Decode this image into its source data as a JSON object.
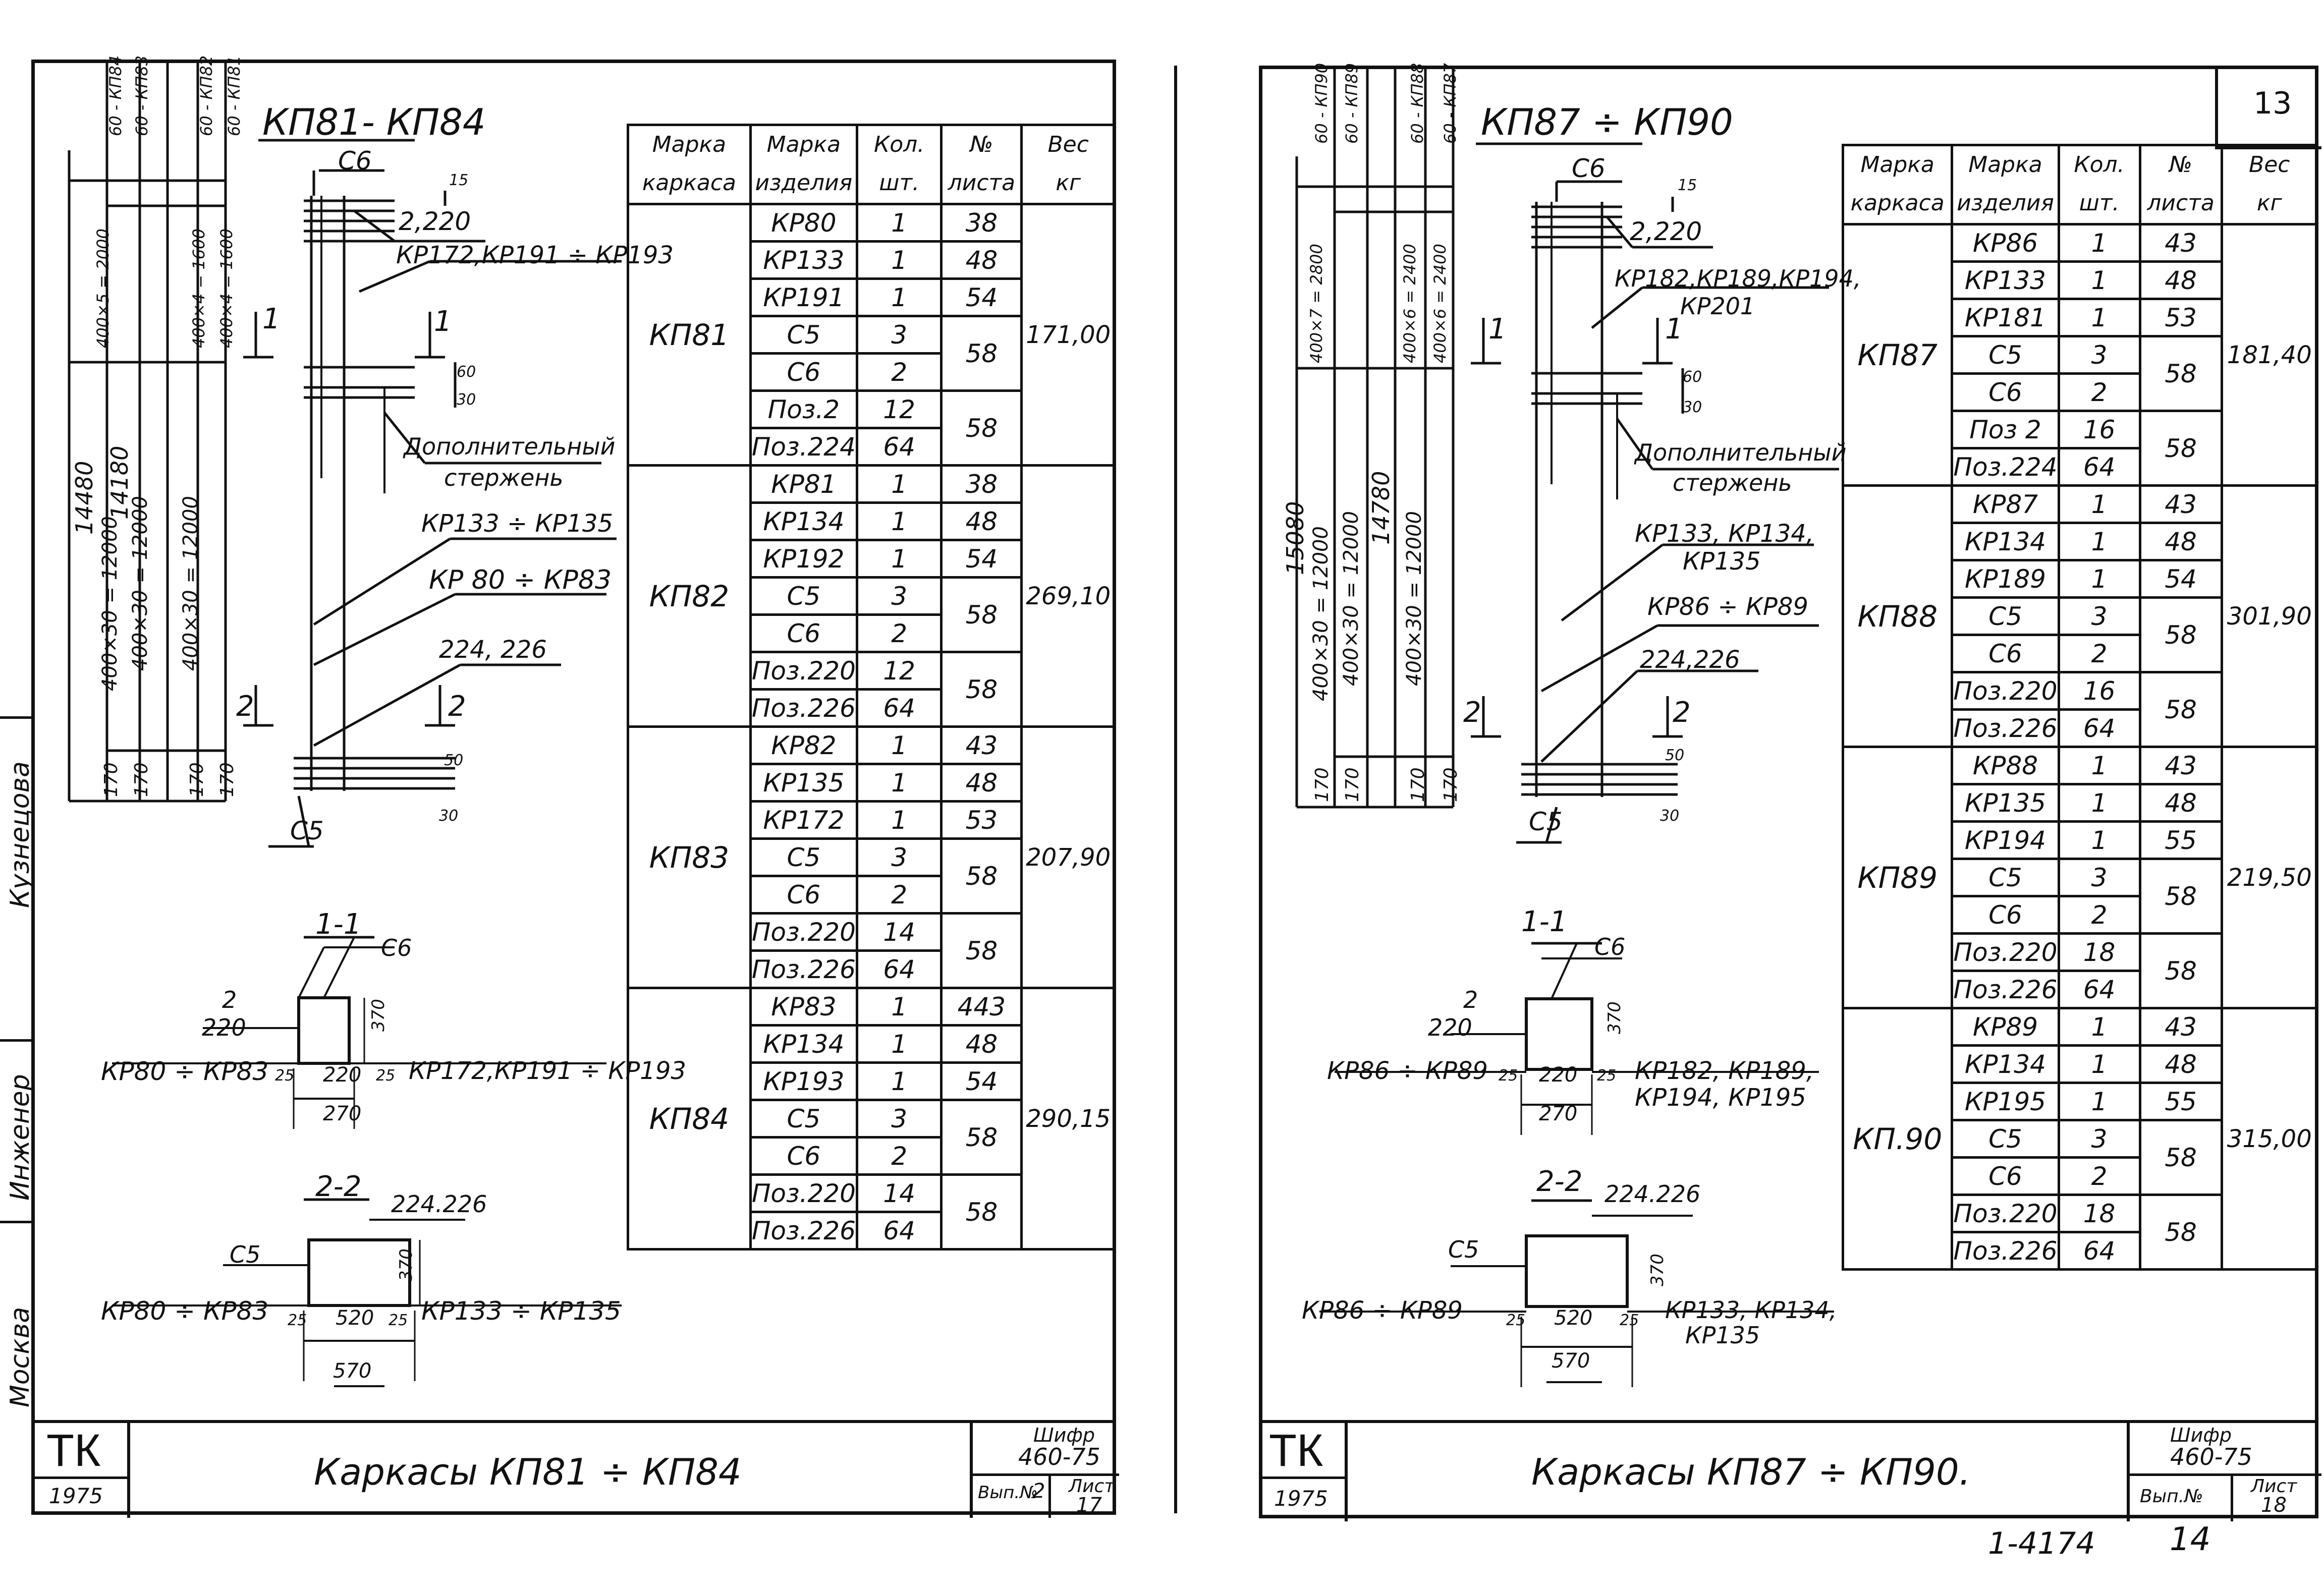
{
  "page_number": "13",
  "bottom_code": "1-4174",
  "bottom_page": "14",
  "left_side_labels": [
    "Москва",
    "Инженер",
    "Кузнецова"
  ],
  "left_sheet": {
    "title": "КП81- КП84",
    "c6_top": "С6",
    "callouts": {
      "a": "2,220",
      "b": "КР172,КР191 ÷ КР193",
      "c": "Дополнительный",
      "c2": "стержень",
      "d": "КР133 ÷ КР135",
      "e": "КР 80 ÷ КР83",
      "f": "224, 226",
      "g": "С5"
    },
    "dims_vertical": [
      "14480",
      "400×30 = 12000",
      "400×5 = 2000",
      "400×30 = 12000",
      "14180",
      "400×4 = 1600",
      "400×30 = 12000",
      "400×4 = 1600",
      "60 - КП84",
      "60 - КП83",
      "60 - КП82",
      "60 - КП81",
      "170",
      "170",
      "170",
      "170"
    ],
    "small_dims": [
      "15",
      "60",
      "30",
      "50",
      "30"
    ],
    "section1": {
      "title": "1-1",
      "c6": "С6",
      "frac_top": "2",
      "frac_bottom": "220",
      "left": "КР80 ÷ КР83",
      "right": "КР172,КР191 ÷ КР193",
      "d25a": "25",
      "d220": "220",
      "d25b": "25",
      "d270": "270",
      "d370": "370"
    },
    "section2": {
      "title": "2-2",
      "label": "224.226",
      "c5": "С5",
      "left": "КР80 ÷ КР83",
      "right": "КР133 ÷ КР135",
      "d25a": "25",
      "d520": "520",
      "d25b": "25",
      "d570": "570",
      "d370": "370"
    },
    "marks": {
      "s1": "1",
      "s2": "2"
    },
    "table": {
      "headers": [
        [
          "Марка",
          "каркаса"
        ],
        [
          "Марка",
          "изделия"
        ],
        [
          "Кол.",
          "шт."
        ],
        [
          "№",
          "листа"
        ],
        [
          "Вес",
          "кг"
        ]
      ],
      "groups": [
        {
          "mark": "КП81",
          "weight": "171,00",
          "rows": [
            [
              "КР80",
              "1",
              "38"
            ],
            [
              "КР133",
              "1",
              "48"
            ],
            [
              "КР191",
              "1",
              "54"
            ],
            [
              "С5",
              "3",
              "58"
            ],
            [
              "С6",
              "2",
              ""
            ],
            [
              "Поз.2",
              "12",
              "58"
            ],
            [
              "Поз.224",
              "64",
              ""
            ]
          ]
        },
        {
          "mark": "КП82",
          "weight": "269,10",
          "rows": [
            [
              "КР81",
              "1",
              "38"
            ],
            [
              "КР134",
              "1",
              "48"
            ],
            [
              "КР192",
              "1",
              "54"
            ],
            [
              "С5",
              "3",
              "58"
            ],
            [
              "С6",
              "2",
              ""
            ],
            [
              "Поз.220",
              "12",
              "58"
            ],
            [
              "Поз.226",
              "64",
              ""
            ]
          ]
        },
        {
          "mark": "КП83",
          "weight": "207,90",
          "rows": [
            [
              "КР82",
              "1",
              "43"
            ],
            [
              "КР135",
              "1",
              "48"
            ],
            [
              "КР172",
              "1",
              "53"
            ],
            [
              "С5",
              "3",
              "58"
            ],
            [
              "С6",
              "2",
              ""
            ],
            [
              "Поз.220",
              "14",
              "58"
            ],
            [
              "Поз.226",
              "64",
              ""
            ]
          ]
        },
        {
          "mark": "КП84",
          "weight": "290,15",
          "rows": [
            [
              "КР83",
              "1",
              "443"
            ],
            [
              "КР134",
              "1",
              "48"
            ],
            [
              "КР193",
              "1",
              "54"
            ],
            [
              "С5",
              "3",
              "58"
            ],
            [
              "С6",
              "2",
              ""
            ],
            [
              "Поз.220",
              "14",
              "58"
            ],
            [
              "Поз.226",
              "64",
              ""
            ]
          ]
        }
      ]
    },
    "stamp": {
      "org": "ТК",
      "year": "1975",
      "title": "Каркасы КП81 ÷ КП84",
      "cipher_label": "Шифр",
      "cipher": "460-75",
      "issue_label": "Вып.№",
      "issue": "2",
      "sheet_label": "Лист",
      "sheet": "17"
    }
  },
  "right_sheet": {
    "title": "КП87 ÷ КП90",
    "c6_top": "С6",
    "callouts": {
      "a": "2,220",
      "b": "КР182,КР189,КР194,",
      "b2": "КР201",
      "c": "Дополнительный",
      "c2": "стержень",
      "d": "КР133, КР134,",
      "d2": "КР135",
      "e": "КР86 ÷ КР89",
      "f": "224,226",
      "g": "С5"
    },
    "dims_vertical": [
      "15080",
      "400×30 = 12000",
      "400×7 = 2800",
      "400×30 = 12000",
      "14780",
      "400×6 = 2400",
      "400×30 = 12000",
      "400×6 = 2400",
      "60 - КП90",
      "60 - КП89",
      "60 - КП88",
      "60 - КП87",
      "170",
      "170",
      "170",
      "170"
    ],
    "small_dims": [
      "15",
      "60",
      "30",
      "50",
      "30"
    ],
    "section1": {
      "title": "1-1",
      "c6": "С6",
      "frac_top": "2",
      "frac_bottom": "220",
      "left": "КР86 ÷ КР89",
      "right": "КР182, КР189,",
      "right2": "КР194, КР195",
      "d25a": "25",
      "d220": "220",
      "d25b": "25",
      "d270": "270",
      "d370": "370"
    },
    "section2": {
      "title": "2-2",
      "label": "224.226",
      "c5": "С5",
      "left": "КР86 ÷ КР89",
      "right": "КР133, КР134,",
      "right2": "КР135",
      "d25a": "25",
      "d520": "520",
      "d25b": "25",
      "d570": "570",
      "d370": "370"
    },
    "marks": {
      "s1": "1",
      "s2": "2"
    },
    "table": {
      "headers": [
        [
          "Марка",
          "каркаса"
        ],
        [
          "Марка",
          "изделия"
        ],
        [
          "Кол.",
          "шт."
        ],
        [
          "№",
          "листа"
        ],
        [
          "Вес",
          "кг"
        ]
      ],
      "groups": [
        {
          "mark": "КП87",
          "weight": "181,40",
          "rows": [
            [
              "КР86",
              "1",
              "43"
            ],
            [
              "КР133",
              "1",
              "48"
            ],
            [
              "КР181",
              "1",
              "53"
            ],
            [
              "С5",
              "3",
              "58"
            ],
            [
              "С6",
              "2",
              ""
            ],
            [
              "Поз 2",
              "16",
              "58"
            ],
            [
              "Поз.224",
              "64",
              ""
            ]
          ]
        },
        {
          "mark": "КП88",
          "weight": "301,90",
          "rows": [
            [
              "КР87",
              "1",
              "43"
            ],
            [
              "КР134",
              "1",
              "48"
            ],
            [
              "КР189",
              "1",
              "54"
            ],
            [
              "С5",
              "3",
              "58"
            ],
            [
              "С6",
              "2",
              ""
            ],
            [
              "Поз.220",
              "16",
              "58"
            ],
            [
              "Поз.226",
              "64",
              ""
            ]
          ]
        },
        {
          "mark": "КП89",
          "weight": "219,50",
          "rows": [
            [
              "КР88",
              "1",
              "43"
            ],
            [
              "КР135",
              "1",
              "48"
            ],
            [
              "КР194",
              "1",
              "55"
            ],
            [
              "С5",
              "3",
              "58"
            ],
            [
              "С6",
              "2",
              ""
            ],
            [
              "Поз.220",
              "18",
              "58"
            ],
            [
              "Поз.226",
              "64",
              ""
            ]
          ]
        },
        {
          "mark": "КП.90",
          "weight": "315,00",
          "rows": [
            [
              "КР89",
              "1",
              "43"
            ],
            [
              "КР134",
              "1",
              "48"
            ],
            [
              "КР195",
              "1",
              "55"
            ],
            [
              "С5",
              "3",
              "58"
            ],
            [
              "С6",
              "2",
              ""
            ],
            [
              "Поз.220",
              "18",
              "58"
            ],
            [
              "Поз.226",
              "64",
              ""
            ]
          ]
        }
      ]
    },
    "stamp": {
      "org": "ТК",
      "year": "1975",
      "title": "Каркасы КП87 ÷ КП90.",
      "cipher_label": "Шифр",
      "cipher": "460-75",
      "issue_label": "Вып.№",
      "issue": "",
      "sheet_label": "Лист",
      "sheet": "18"
    }
  }
}
